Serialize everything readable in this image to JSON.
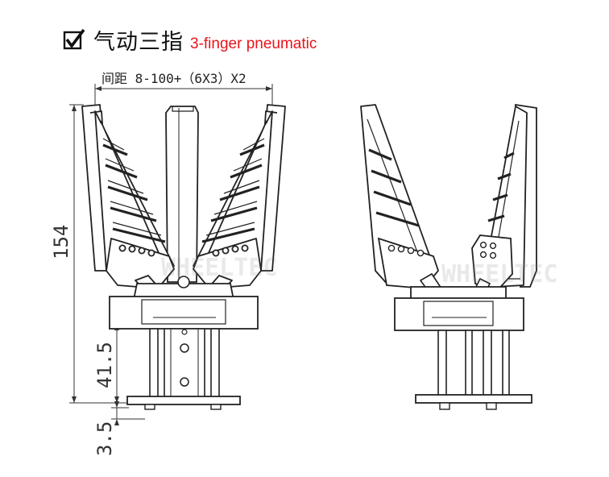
{
  "header": {
    "checkbox_icon": "checked-box-icon",
    "title_cn": "气动三指",
    "title_en": "3-finger pneumatic",
    "title_en_color": "#e8141b"
  },
  "dimensions": {
    "spacing": "间距 8-100+（6X3）X2",
    "height_total": "154",
    "height_base": "41.5",
    "height_plate": "3.5"
  },
  "watermark": {
    "text": "WHEELTEC"
  }
}
